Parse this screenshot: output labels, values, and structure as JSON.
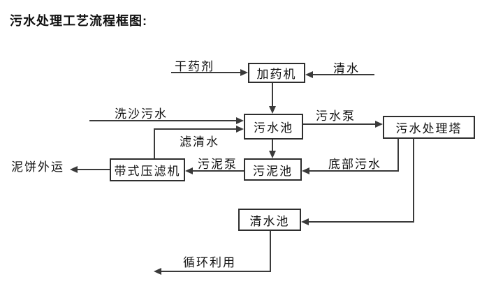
{
  "title": "污水处理工艺流程框图:",
  "colors": {
    "background": "#ffffff",
    "line": "#3a3a3a",
    "box_border": "#2e2e2e",
    "text": "#111111"
  },
  "boxes": {
    "dosing_machine": "加药机",
    "sewage_pool": "污水池",
    "treatment_tower": "污水处理塔",
    "belt_filter_press": "带式压滤机",
    "sludge_pool": "污泥池",
    "clean_water_pool": "清水池"
  },
  "flow_labels": {
    "dry_chemical": "干药剂",
    "clean_water": "清水",
    "sand_washing_sewage": "洗沙污水",
    "filtered_water": "滤清水",
    "sewage_pump": "污水泵",
    "bottom_sewage": "底部污水",
    "sludge_pump": "污泥泵",
    "mud_cake_outbound": "泥饼外运",
    "recycling": "循环利用"
  },
  "edges": [
    {
      "from": "干药剂",
      "to": "加药机"
    },
    {
      "from": "清水",
      "to": "加药机"
    },
    {
      "from": "加药机",
      "to": "污水池"
    },
    {
      "from": "洗沙污水",
      "to": "污水池"
    },
    {
      "from": "带式压滤机",
      "to": "污水池",
      "label": "滤清水"
    },
    {
      "from": "污水池",
      "to": "污水处理塔",
      "label": "污水泵"
    },
    {
      "from": "污水池",
      "to": "污泥池"
    },
    {
      "from": "污水处理塔",
      "to": "污泥池",
      "label": "底部污水"
    },
    {
      "from": "污泥池",
      "to": "带式压滤机",
      "label": "污泥泵"
    },
    {
      "from": "带式压滤机",
      "to": "泥饼外运"
    },
    {
      "from": "污水处理塔",
      "to": "清水池"
    },
    {
      "from": "清水池",
      "to": "循环利用"
    }
  ]
}
